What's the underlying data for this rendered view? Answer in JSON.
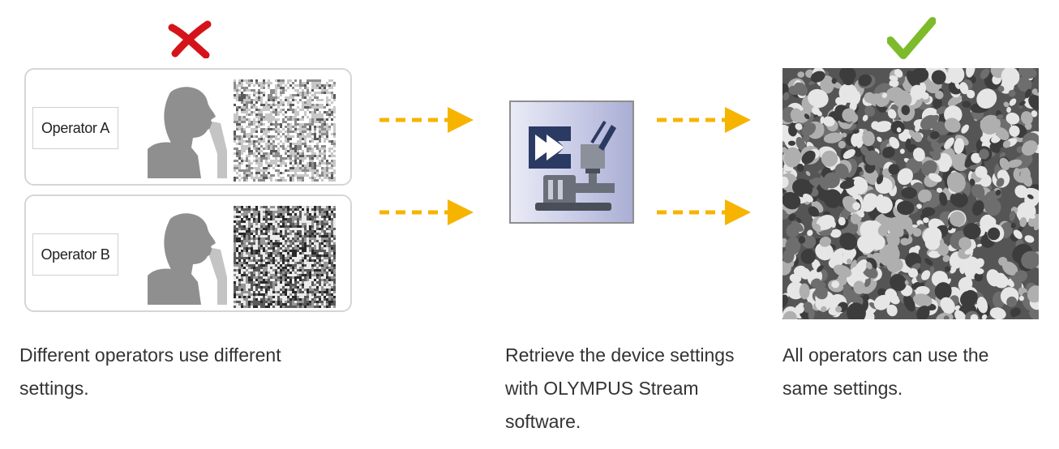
{
  "left_panel": {
    "status_icon": "red-x-icon",
    "operators": [
      {
        "label": "Operator A",
        "image_tone": "light"
      },
      {
        "label": "Operator B",
        "image_tone": "dark"
      }
    ],
    "caption_line1": "Different operators use different",
    "caption_line2": "settings."
  },
  "middle_panel": {
    "icon": "microscope-settings-icon",
    "caption_line1": "Retrieve the device settings",
    "caption_line2": "with OLYMPUS Stream",
    "caption_line3": "software."
  },
  "right_panel": {
    "status_icon": "green-check-icon",
    "caption_line1": "All operators can use the",
    "caption_line2": "same settings."
  },
  "colors": {
    "cross": "#d4141a",
    "check": "#7dbb2a",
    "arrow": "#f6b400",
    "silhouette": "#8f8f8f",
    "silhouette_light": "#c4c4c4"
  }
}
